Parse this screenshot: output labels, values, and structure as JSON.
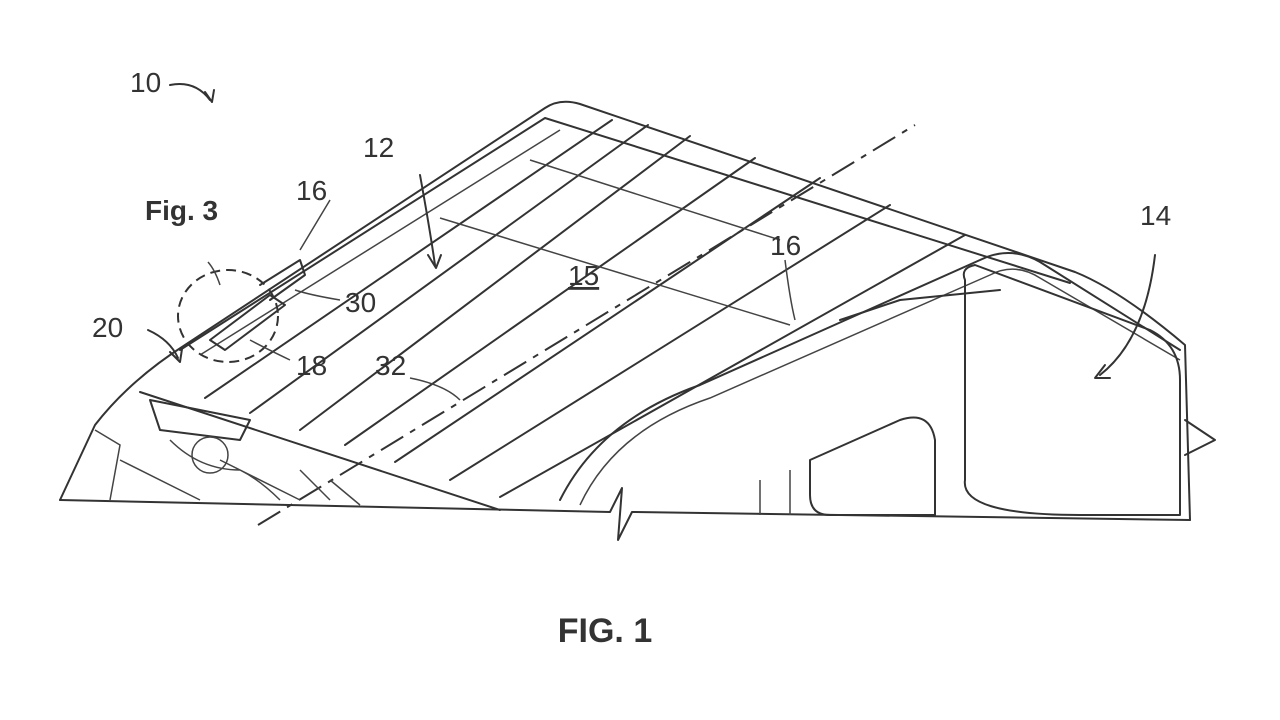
{
  "figure": {
    "caption": "FIG. 1",
    "reference_labels": {
      "assembly": "10",
      "roof_panel": "12",
      "vehicle": "14",
      "surface": "15",
      "rail_left": "16",
      "rail_right": "16",
      "detail_ref": "Fig. 3",
      "front_header": "20",
      "member_30": "30",
      "member_18": "18",
      "axis_32": "32"
    }
  }
}
